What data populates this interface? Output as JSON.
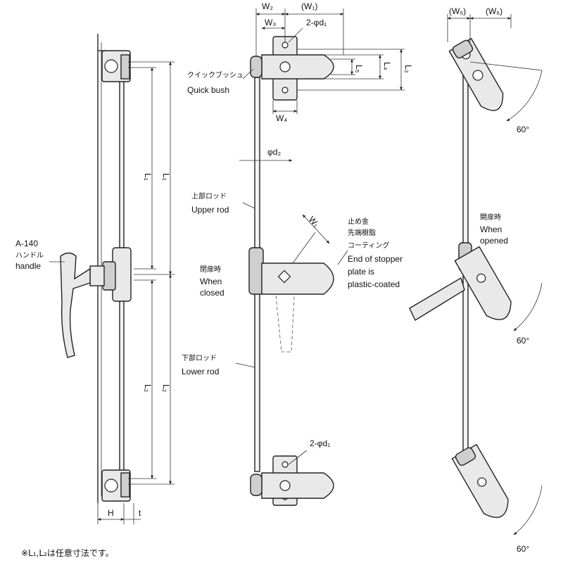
{
  "left_view": {
    "dims": {
      "l1_outer": "L₁",
      "l1_inner": "L₁",
      "l2_outer": "L₂",
      "l2_inner": "L₂",
      "h": "H",
      "t": "t"
    },
    "handle_label": {
      "model": "A-140",
      "jp": "ハンドル",
      "en": "handle"
    }
  },
  "middle_view": {
    "dims": {
      "w2": "W₂",
      "w1": "(W₁)",
      "w3": "W₃",
      "w4": "W₄",
      "w_angled": "W₁",
      "holes_top": "2-φd₁",
      "holes_bottom": "2-φd₁",
      "rod_dia": "φd₂",
      "l5": "L₅",
      "l4": "L₄",
      "l3": "L₃"
    },
    "quick_bush": {
      "jp": "クイックブッシュ",
      "en": "Quick bush"
    },
    "upper_rod": {
      "jp": "上部ロッド",
      "en": "Upper rod"
    },
    "lower_rod": {
      "jp": "下部ロッド",
      "en": "Lower rod"
    },
    "when_closed": {
      "jp": "閉扉時",
      "en1": "When",
      "en2": "closed"
    },
    "stopper_note": {
      "jp1": "止め金",
      "jp2": "先端樹脂",
      "jp3": "コーティング",
      "en1": "End of stopper",
      "en2": "plate is",
      "en3": "plastic-coated"
    }
  },
  "right_view": {
    "dims": {
      "w5": "(W₅)",
      "w6": "(W₆)"
    },
    "when_opened": {
      "jp": "開扉時",
      "en1": "When",
      "en2": "opened"
    },
    "angles": [
      "60°",
      "60°",
      "60°"
    ]
  },
  "footnote": "※L₁,L₂は任意寸法です。"
}
